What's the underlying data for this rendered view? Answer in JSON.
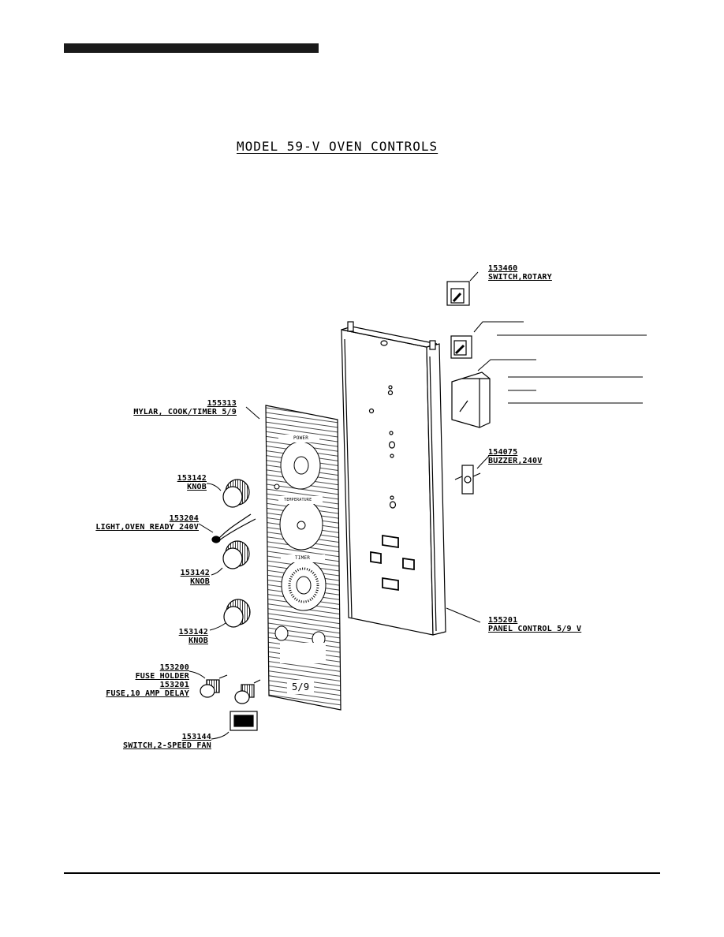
{
  "title": "MODEL 59-V OVEN CONTROLS",
  "parts": {
    "switch_rotary": {
      "number": "153460",
      "description": "SWITCH,ROTARY"
    },
    "buzzer": {
      "number": "154075",
      "description": "BUZZER,240V"
    },
    "mylar": {
      "number": "155313",
      "description": "MYLAR, COOK/TIMER 5/9"
    },
    "knob_1": {
      "number": "153142",
      "description": "KNOB"
    },
    "light": {
      "number": "153204",
      "description": "LIGHT,OVEN READY 240V"
    },
    "knob_2": {
      "number": "153142",
      "description": "KNOB"
    },
    "knob_3": {
      "number": "153142",
      "description": "KNOB"
    },
    "fuse_holder": {
      "number": "153200",
      "description": "FUSE HOLDER"
    },
    "fuse": {
      "number": "153201",
      "description": "FUSE,10 AMP DELAY"
    },
    "switch_fan": {
      "number": "153144",
      "description": "SWITCH,2-SPEED FAN"
    },
    "panel": {
      "number": "155201",
      "description": "PANEL CONTROL 5/9 V"
    }
  },
  "panel_markings": {
    "dial_top": "POWER",
    "dial_middle": "TEMPERATURE",
    "dial_bottom": "TIMER",
    "panel_size": "5/9"
  }
}
